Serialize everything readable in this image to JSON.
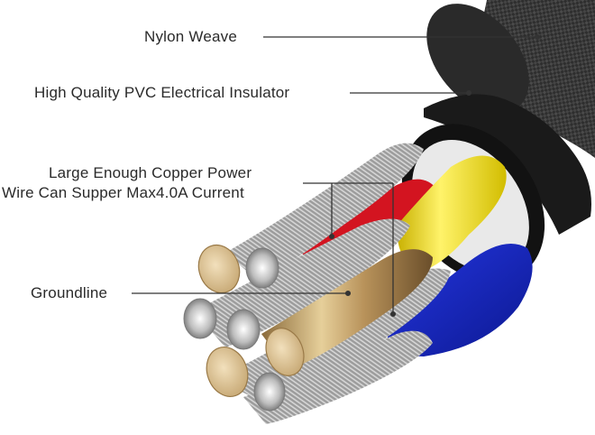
{
  "labels": {
    "nylon_weave": "Nylon Weave",
    "insulator": "High Quality PVC Electrical Insulator",
    "copper_line1": "Large Enough Copper Power",
    "copper_line2": "Wire Can Supper Max4.0A Current",
    "groundline": "Groundline"
  },
  "colors": {
    "weave": "#3a3a3a",
    "jacket": "#1c1c1c",
    "wire_red": "#d8141c",
    "wire_yellow": "#f0e020",
    "wire_blue": "#1a2ccc",
    "copper_tip": "#e2c9a0",
    "steel_strand": "#a9a9a9",
    "leader_line": "#333333"
  }
}
